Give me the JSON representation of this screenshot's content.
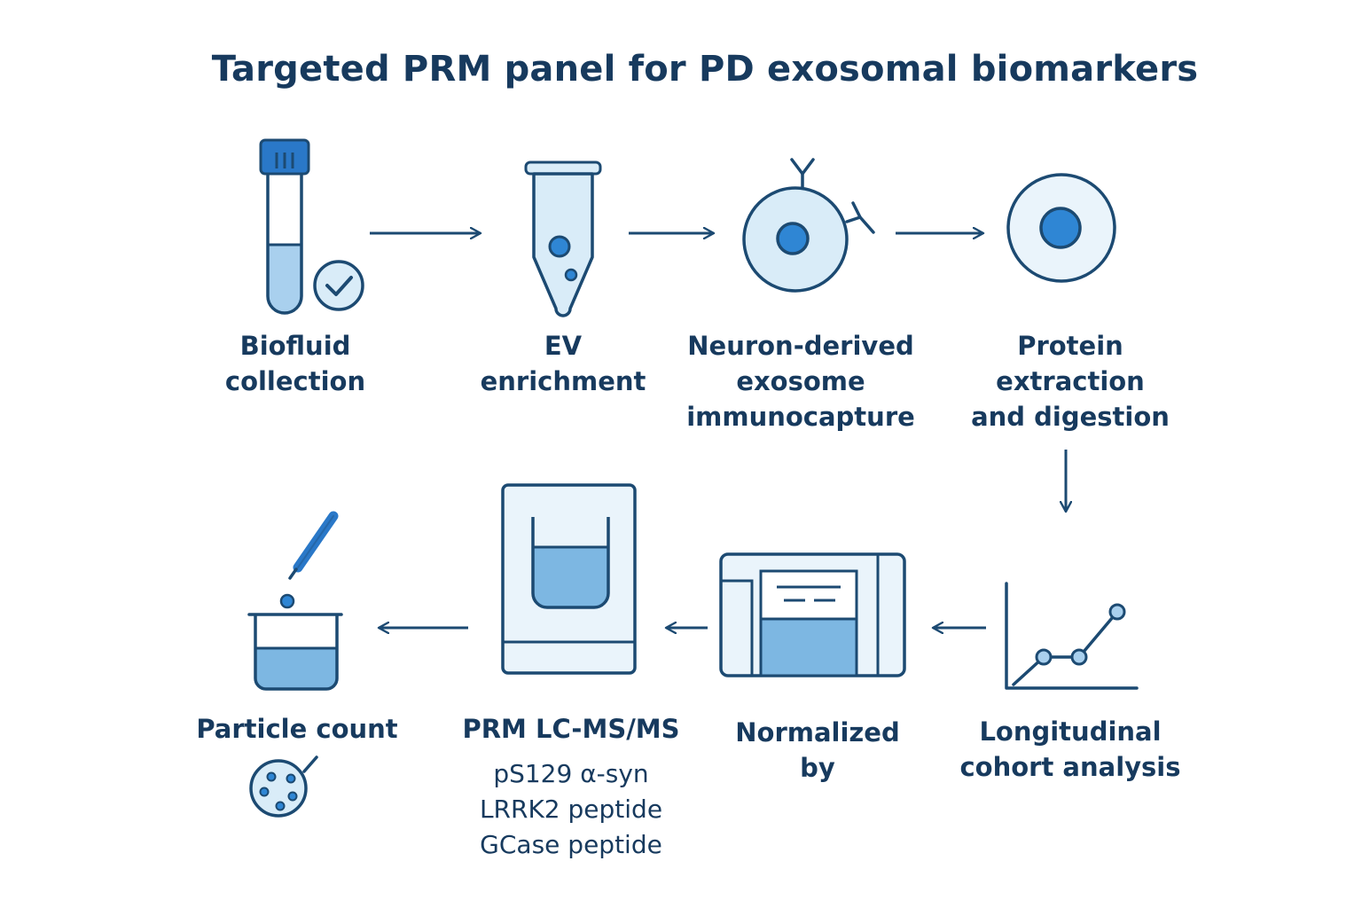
{
  "title": "Targeted PRM panel for PD exosomal biomarkers",
  "steps": [
    {
      "id": "biofluid-collection",
      "lines": [
        "Biofluid",
        "collection"
      ],
      "icon": "test-tube-check-icon"
    },
    {
      "id": "ev-enrichment",
      "lines": [
        "EV",
        "enrichment"
      ],
      "icon": "conical-tube-icon"
    },
    {
      "id": "immunocapture",
      "lines": [
        "Neuron-derived",
        "exosome",
        "immunocapture"
      ],
      "icon": "exosome-antibody-icon"
    },
    {
      "id": "protein-extraction",
      "lines": [
        "Protein",
        "extraction",
        "and digestion"
      ],
      "icon": "vesicle-core-icon"
    },
    {
      "id": "longitudinal-analysis",
      "lines": [
        "Longitudinal",
        "cohort analysis"
      ],
      "icon": "line-graph-icon"
    },
    {
      "id": "normalized-by",
      "lines": [
        "Normalized",
        "by"
      ],
      "icon": "instrument-panel-icon"
    },
    {
      "id": "prm-lcms",
      "lines": [
        "PRM LC-MS/MS"
      ],
      "icon": "vial-cartridge-icon",
      "targets": [
        "pS129 α-syn",
        "LRRK2 peptide",
        "GCase peptide"
      ]
    },
    {
      "id": "particle-count",
      "lines": [
        "Particle count"
      ],
      "icon": "beaker-dropper-icon",
      "extra_icon": "particle-dish-icon"
    }
  ],
  "colors": {
    "outline": "#1c4a72",
    "text": "#173a5e",
    "accent": "#2f86d4",
    "fill_light": "#d9ecf8",
    "fill_mid": "#a9d0ee",
    "fill_dark": "#7db7e2",
    "cap": "#2a78c8"
  }
}
